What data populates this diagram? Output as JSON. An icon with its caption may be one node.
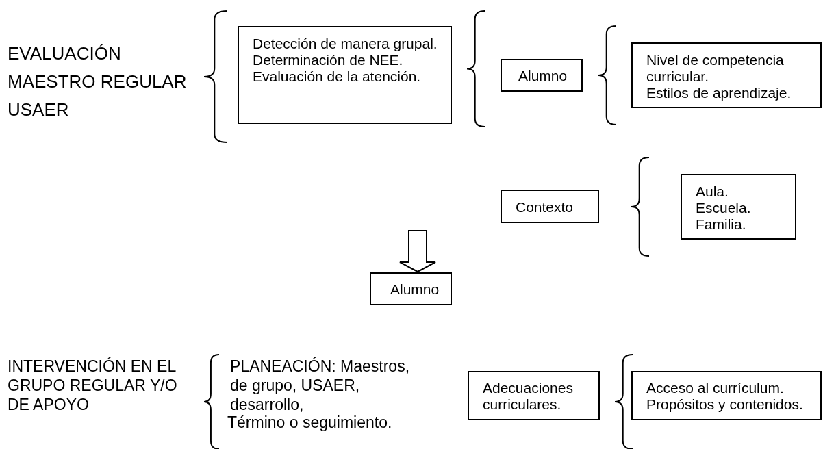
{
  "diagram": {
    "nodes": [
      {
        "text": [
          "Detección de manera grupal.",
          "Determinación de NEE.",
          "Evaluación de la atención."
        ]
      },
      {
        "text": [
          "Alumno"
        ]
      },
      {
        "text": [
          "Nivel de competencia curricular.",
          "Estilos de aprendizaje."
        ]
      },
      {
        "text": [
          "Contexto"
        ]
      },
      {
        "text": [
          "Aula.",
          "Escuela.",
          "Familia."
        ]
      },
      {
        "text": [
          "Alumno"
        ]
      },
      {
        "text": [
          "Adecuaciones curriculares."
        ]
      },
      {
        "text": [
          "Acceso al currículum.",
          "Propósitos y contenidos."
        ]
      }
    ],
    "edges": [
      {
        "from": null,
        "to": 5,
        "arrow": "to"
      }
    ],
    "labels": [
      "EVALUACIÓN",
      "MAESTRO REGULAR",
      "USAER",
      "INTERVENCIÓN EN EL GRUPO REGULAR Y/O DE APOYO",
      "PLANEACIÓN: Maestros, de grupo, USAER, desarrollo,",
      "Término o seguimiento."
    ]
  }
}
